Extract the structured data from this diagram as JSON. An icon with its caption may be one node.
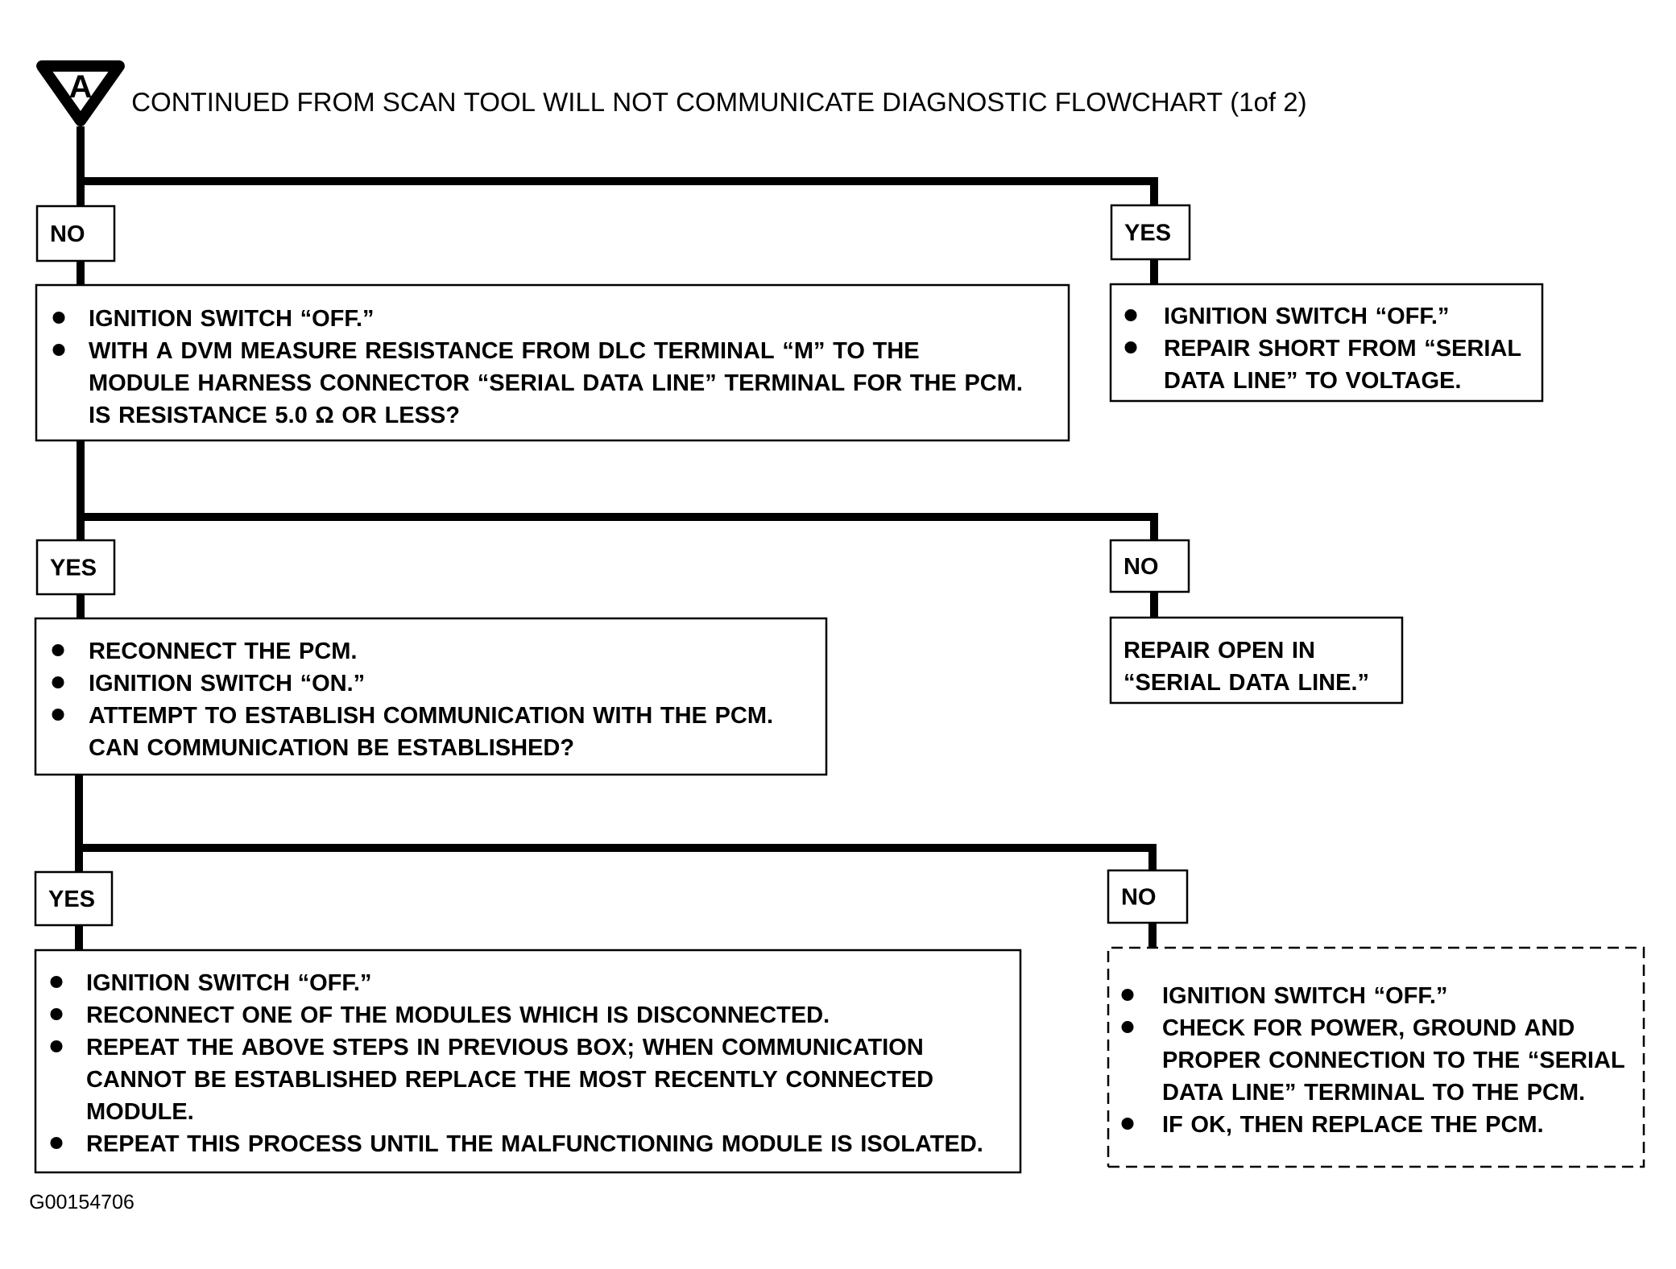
{
  "diagram": {
    "title": "CONTINUED FROM SCAN TOOL WILL NOT COMMUNICATE DIAGNOSTIC FLOWCHART (1of 2)",
    "nodes": [
      {
        "text": [
          "A"
        ]
      },
      {
        "text": [
          "NO"
        ]
      },
      {
        "text": [
          "YES"
        ]
      },
      {
        "text": [
          "IGNITION SWITCH “OFF.”",
          "WITH A DVM MEASURE RESISTANCE FROM DLC TERMINAL “M” TO THE MODULE HARNESS CONNECTOR “SERIAL DATA LINE” TERMINAL FOR THE PCM.",
          "IS RESISTANCE 5.0 Ω OR LESS?"
        ]
      },
      {
        "text": [
          "IGNITION SWITCH “OFF.”",
          "REPAIR SHORT FROM “SERIAL DATA LINE” TO VOLTAGE."
        ]
      },
      {
        "text": [
          "YES"
        ]
      },
      {
        "text": [
          "NO"
        ]
      },
      {
        "text": [
          "RECONNECT THE PCM.",
          "IGNITION SWITCH “ON.”",
          "ATTEMPT TO ESTABLISH COMMUNICATION WITH THE PCM.",
          "CAN COMMUNICATION BE ESTABLISHED?"
        ]
      },
      {
        "text": [
          "REPAIR OPEN IN “SERIAL DATA LINE.”"
        ]
      },
      {
        "text": [
          "YES"
        ]
      },
      {
        "text": [
          "NO"
        ]
      },
      {
        "text": [
          "IGNITION SWITCH “OFF.”",
          "RECONNECT ONE OF THE MODULES WHICH IS DISCONNECTED.",
          "REPEAT THE ABOVE STEPS IN PREVIOUS BOX; WHEN COMMUNICATION CANNOT BE ESTABLISHED REPLACE THE MOST RECENTLY CONNECTED MODULE.",
          "REPEAT THIS PROCESS UNTIL THE MALFUNCTIONING MODULE IS ISOLATED."
        ]
      },
      {
        "text": [
          "IGNITION SWITCH “OFF.”",
          "CHECK FOR POWER, GROUND AND PROPER CONNECTION TO THE “SERIAL DATA LINE” TERMINAL TO THE PCM.",
          "IF OK, THEN REPLACE THE PCM."
        ]
      }
    ],
    "edges": [
      {
        "from": 0,
        "to": 1,
        "arrow": "none"
      },
      {
        "from": 0,
        "to": 2,
        "arrow": "none"
      },
      {
        "from": 1,
        "to": 3,
        "arrow": "none"
      },
      {
        "from": 2,
        "to": 4,
        "arrow": "none"
      },
      {
        "from": 3,
        "to": 5,
        "arrow": "none"
      },
      {
        "from": 3,
        "to": 6,
        "arrow": "none"
      },
      {
        "from": 5,
        "to": 7,
        "arrow": "none"
      },
      {
        "from": 6,
        "to": 8,
        "arrow": "none"
      },
      {
        "from": 7,
        "to": 9,
        "arrow": "none"
      },
      {
        "from": 7,
        "to": 10,
        "arrow": "none"
      },
      {
        "from": 9,
        "to": 11,
        "arrow": "none"
      },
      {
        "from": 10,
        "to": 12,
        "arrow": "none"
      }
    ],
    "labels": [
      "G00154706"
    ]
  }
}
